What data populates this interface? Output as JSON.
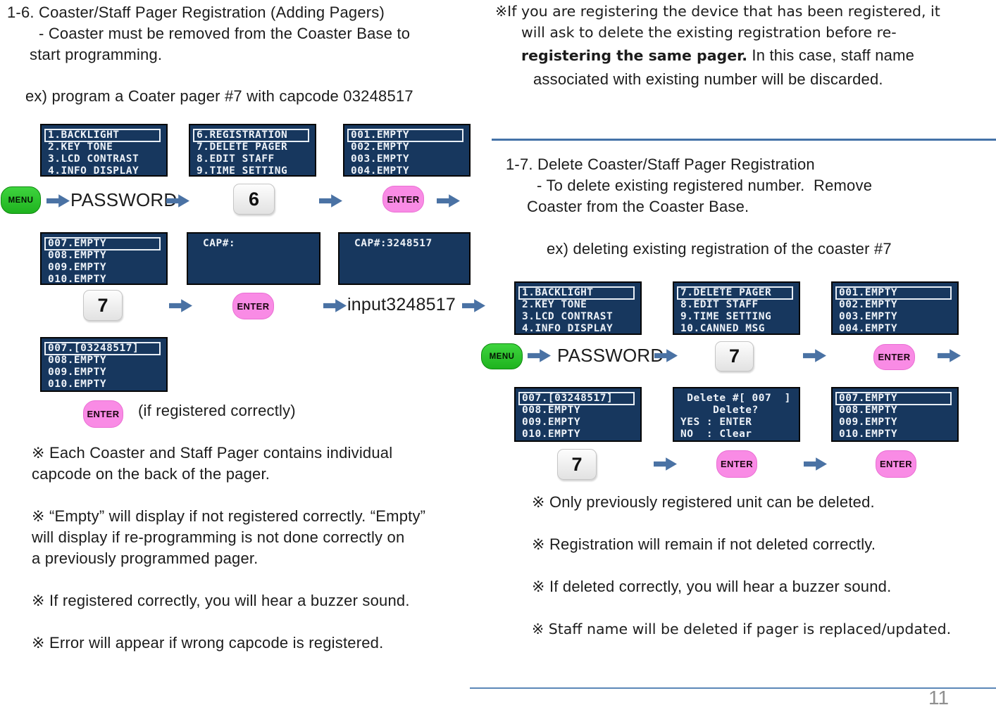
{
  "page": {
    "number": "11"
  },
  "colors": {
    "lcd_background": "#17375E",
    "lcd_text": "#EDF2F8",
    "menu_button_green": "#2BC32B",
    "enter_button_pink": "#F98BE5",
    "arrow_blue": "#4A72A4",
    "divider_blue": "#4472A8",
    "page_number_gray": "#8F8F8F"
  },
  "buttons": {
    "menu": "MENU",
    "enter": "ENTER",
    "key6": "6",
    "key7": "7",
    "password": "PASSWORD"
  },
  "screens": {
    "main_menu": {
      "lines": [
        "1.BACKLIGHT",
        "2.KEY TONE",
        "3.LCD CONTRAST",
        "4.INFO DISPLAY"
      ]
    },
    "reg_menu": {
      "lines": [
        "6.REGISTRATION",
        "7.DELETE PAGER",
        "8.EDIT STAFF",
        "9.TIME SETTING"
      ]
    },
    "delete_menu": {
      "lines": [
        "7.DELETE PAGER",
        "8.EDIT STAFF",
        "9.TIME SETTING",
        "10.CANNED MSG"
      ]
    },
    "slots_001": {
      "lines": [
        "001.EMPTY",
        "002.EMPTY",
        "003.EMPTY",
        "004.EMPTY"
      ]
    },
    "slots_007_empty": {
      "lines": [
        "007.EMPTY",
        "008.EMPTY",
        "009.EMPTY",
        "010.EMPTY"
      ]
    },
    "slots_007_registered": {
      "lines": [
        "007.[03248517]",
        "008.EMPTY",
        "009.EMPTY",
        "010.EMPTY"
      ]
    },
    "cap_prompt": {
      "lines": [
        "CAP#:"
      ]
    },
    "cap_entered": {
      "lines": [
        "CAP#:3248517"
      ]
    },
    "delete_confirm": {
      "lines": [
        " Delete #[ 007  ]",
        "     Delete?",
        "YES : ENTER",
        "NO  : Clear"
      ]
    }
  },
  "left": {
    "title": "1-6. Coaster/Staff Pager Registration (Adding Pagers)",
    "subtitle_line1": "- Coaster must be removed from the Coaster Base to",
    "subtitle_line2": "start programming.",
    "example": "ex) program a Coater pager #7 with capcode 03248517",
    "input_label": "input3248517",
    "registered_caption": "(if registered correctly)",
    "notes": [
      "※ Each Coaster and Staff Pager contains individual",
      "capcode on the back of the pager.",
      "※ “Empty” will display if not registered correctly. “Empty”",
      "will display if re-programming is not done correctly on",
      "a previously programmed pager.",
      "※ If registered correctly, you will hear a buzzer sound.",
      "※ Error will appear if wrong capcode is registered."
    ]
  },
  "right": {
    "intro_note": {
      "line1": "※If you are registering the device that has been registered, it",
      "line2": "will ask to delete the existing registration before re-",
      "line3_bold": "registering the same pager.",
      "line3_rest": " In this case, staff name",
      "line4": "associated with existing number will be discarded."
    },
    "title": "1-7. Delete Coaster/Staff Pager Registration",
    "subtitle_line1": "- To delete existing registered number.  Remove",
    "subtitle_line2": "Coaster from the Coaster Base.",
    "example": "ex) deleting existing registration of the coaster #7",
    "notes": [
      "※ Only previously registered unit can be deleted.",
      "※ Registration will remain if not deleted correctly.",
      "※ If deleted correctly, you will hear a buzzer sound.",
      "※ Staff name will be deleted if pager is replaced/updated."
    ]
  }
}
